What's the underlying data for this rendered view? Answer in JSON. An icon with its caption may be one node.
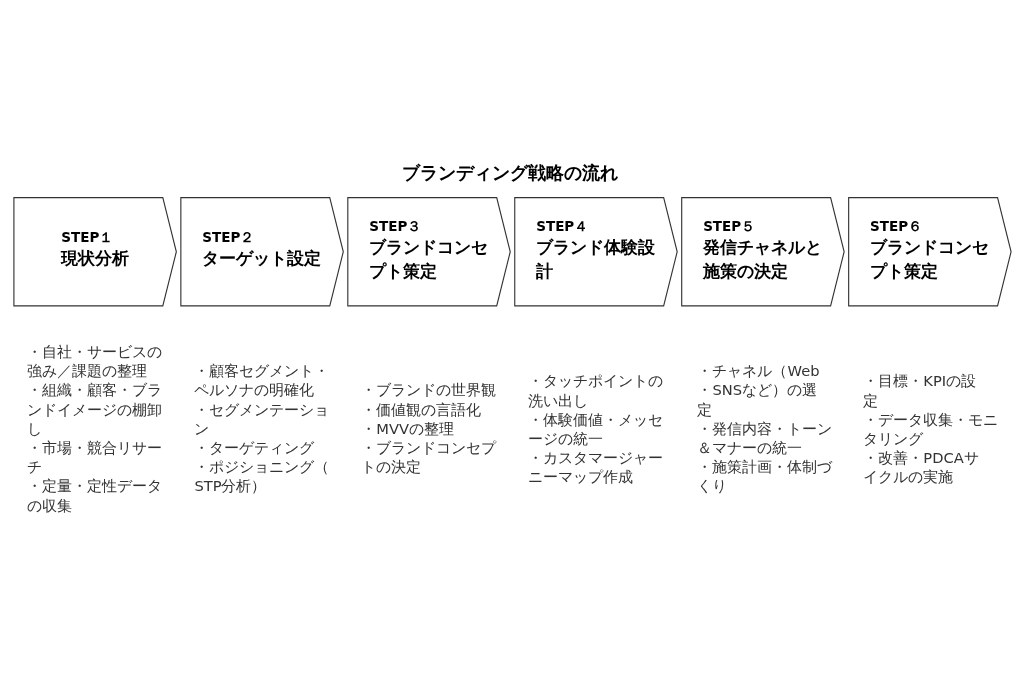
{
  "diagram": {
    "title": "ブランディング戦略の流れ",
    "nodes": [
      {
        "text": [
          "STEP１",
          "現状分析"
        ],
        "beside": [
          "・自社・サービスの強み／課題の整理",
          "・組織・顧客・ブランドイメージの棚卸し",
          "・市場・競合リサーチ",
          "・定量・定性データの収集"
        ]
      },
      {
        "text": [
          "STEP２",
          "ターゲット設定"
        ],
        "beside": [
          "・顧客セグメント・ペルソナの明確化",
          "・セグメンテーション",
          "・ターゲティング",
          "・ポジショニング（STP分析）"
        ]
      },
      {
        "text": [
          "STEP３",
          "ブランドコンセプト策定"
        ],
        "beside": [
          "・ブランドの世界観・価値観の言語化",
          "・MVVの整理",
          "・ブランドコンセプトの決定"
        ]
      },
      {
        "text": [
          "STEP４",
          "ブランド体験設計"
        ],
        "beside": [
          "・タッチポイントの洗い出し",
          "・体験価値・メッセージの統一",
          "・カスタマージャーニーマップ作成"
        ]
      },
      {
        "text": [
          "STEP５",
          "発信チャネルと施策の決定"
        ],
        "beside": [
          "・チャネル（Web・SNSなど）の選定",
          "・発信内容・トーン＆マナーの統一",
          "・施策計画・体制づくり"
        ]
      },
      {
        "text": [
          "STEP６",
          "ブランドコンセプト策定"
        ],
        "beside": [
          "・目標・KPIの設定",
          "・データ収集・モニタリング",
          "・改善・PDCAサイクルの実施"
        ]
      }
    ],
    "edges": []
  }
}
